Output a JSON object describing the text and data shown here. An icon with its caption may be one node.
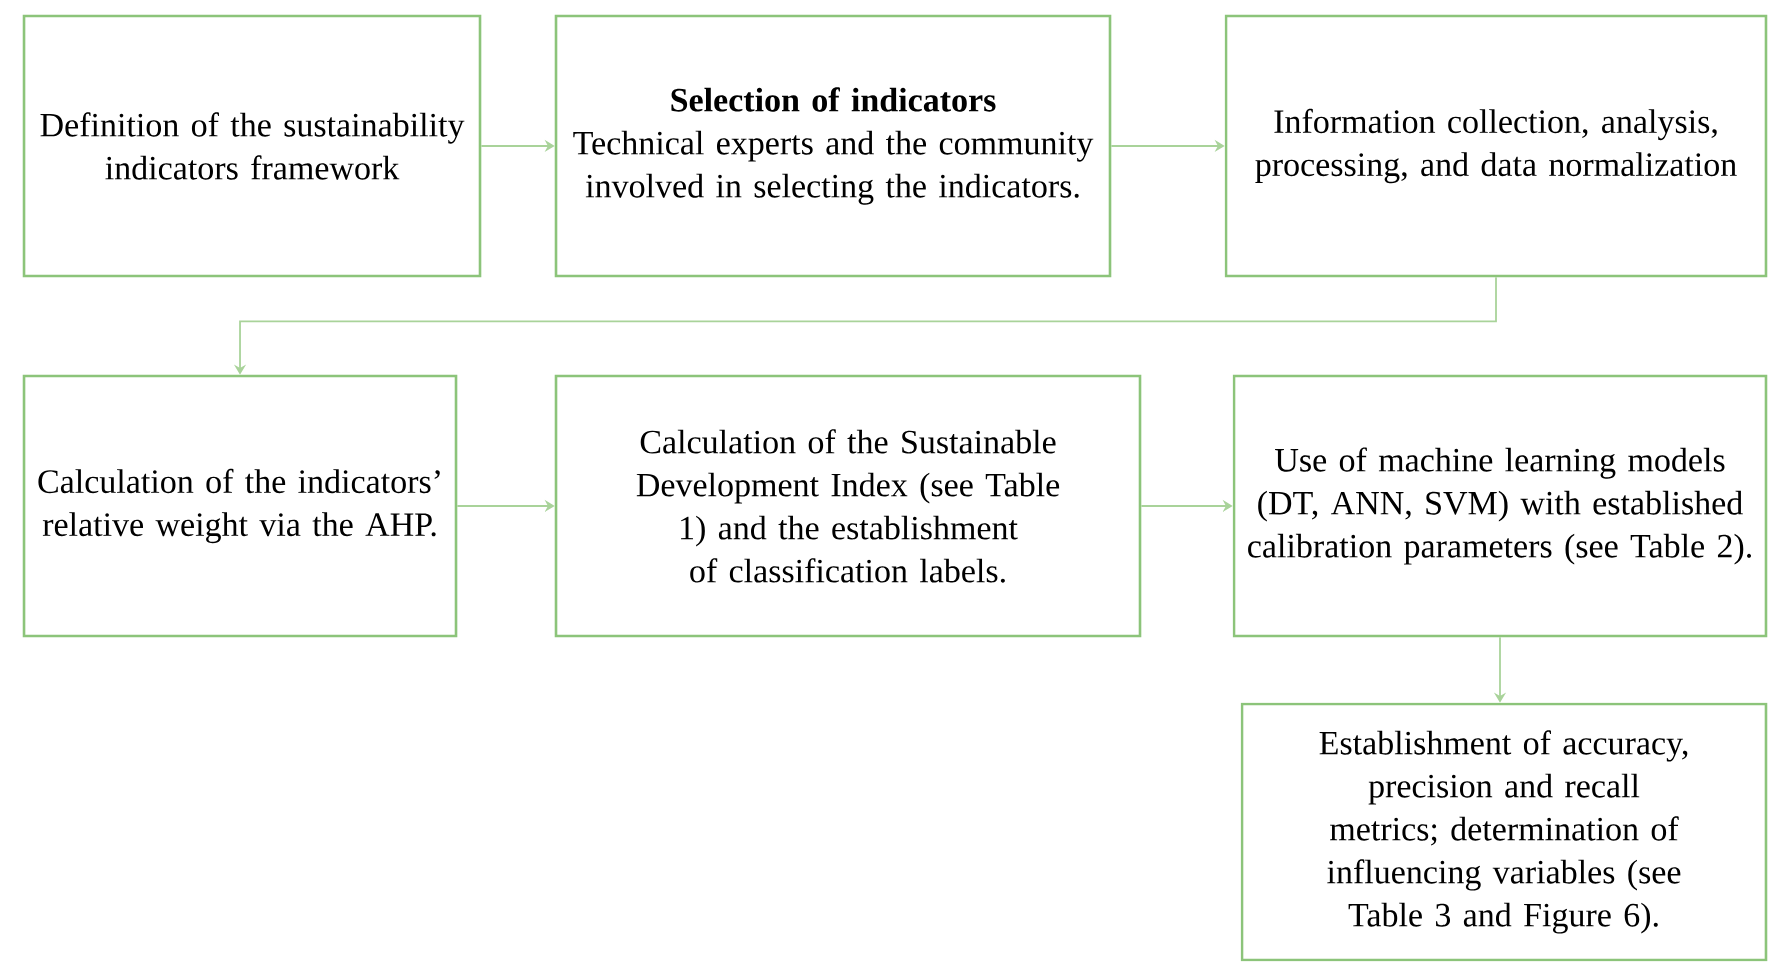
{
  "diagram": {
    "nodes": [
      {
        "text": [
          "Definition of the sustainability indicators framework"
        ]
      },
      {
        "text": [
          "Selection of indicators",
          "Technical experts and the community involved in selecting the indicators."
        ]
      },
      {
        "text": [
          "Information collection, analysis, processing, and data normalization"
        ]
      },
      {
        "text": [
          "Calculation of the indicators’ relative weight via the AHP."
        ]
      },
      {
        "text": [
          "Calculation of the Sustainable Development Index (see Table 1) and the establishment of classification labels."
        ]
      },
      {
        "text": [
          "Use of machine learning models (DT, ANN, SVM) with established calibration parameters (see Table 2)."
        ]
      },
      {
        "text": [
          "Establishment of accuracy, precision and recall metrics; determination of influencing variables (see Table 3 and Figure 6)."
        ]
      }
    ],
    "edges": [
      {
        "from": 0,
        "to": 1,
        "arrow": "to"
      },
      {
        "from": 1,
        "to": 2,
        "arrow": "to"
      },
      {
        "from": 2,
        "to": 3,
        "arrow": "to"
      },
      {
        "from": 3,
        "to": 4,
        "arrow": "to"
      },
      {
        "from": 4,
        "to": 5,
        "arrow": "to"
      },
      {
        "from": 5,
        "to": 6,
        "arrow": "to"
      }
    ]
  }
}
